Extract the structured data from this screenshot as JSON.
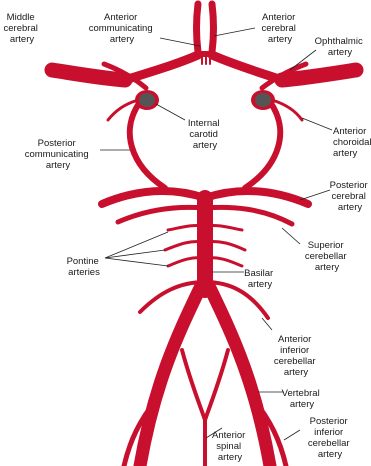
{
  "labels": {
    "middle_cerebral": [
      "Middle",
      "cerebral",
      "artery"
    ],
    "anterior_communicating": [
      "Anterior",
      "communicating",
      "artery"
    ],
    "anterior_cerebral": [
      "Anterior",
      "cerebral",
      "artery"
    ],
    "ophthalmic": [
      "Ophthalmic",
      "artery"
    ],
    "internal_carotid": [
      "Internal",
      "carotid",
      "artery"
    ],
    "anterior_choroidal": [
      "Anterior",
      "choroidal",
      "artery"
    ],
    "posterior_communicating": [
      "Posterior",
      "communicating",
      "artery"
    ],
    "posterior_cerebral": [
      "Posterior",
      "cerebral",
      "artery"
    ],
    "superior_cerebellar": [
      "Superior",
      "cerebellar",
      "artery"
    ],
    "pontine": [
      "Pontine",
      "arteries"
    ],
    "basilar": [
      "Basilar",
      "artery"
    ],
    "anterior_inferior_cerebellar": [
      "Anterior",
      "inferior",
      "cerebellar",
      "artery"
    ],
    "vertebral": [
      "Vertebral",
      "artery"
    ],
    "anterior_spinal": [
      "Anterior",
      "spinal",
      "artery"
    ],
    "posterior_inferior_cerebellar": [
      "Posterior",
      "inferior",
      "cerebellar",
      "artery"
    ]
  },
  "colors": {
    "artery": "#c8102e",
    "lumen": "#555555",
    "text": "#1a1a1a"
  }
}
